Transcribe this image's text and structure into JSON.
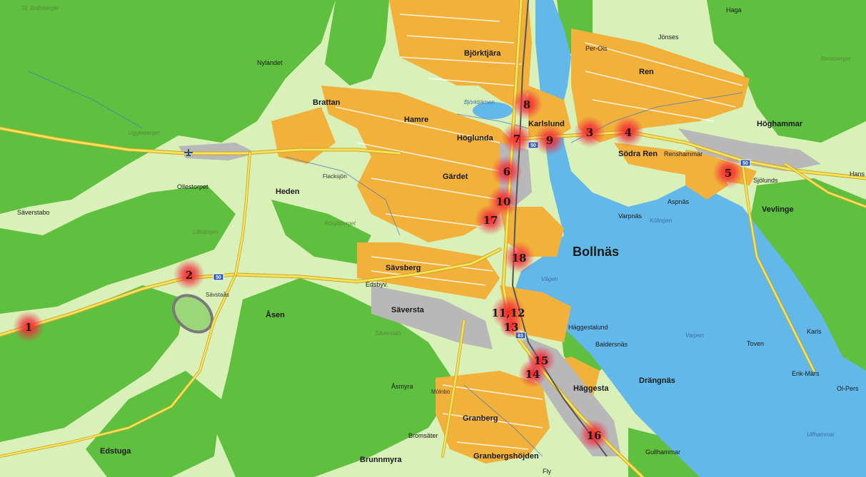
{
  "map": {
    "places_major": [
      {
        "name": "Bollnäs",
        "key": "bollnas"
      }
    ],
    "places_med": [
      {
        "name": "Heden",
        "key": "heden"
      },
      {
        "name": "Sävsberg",
        "key": "savsberg"
      },
      {
        "name": "Säversta",
        "key": "saversta"
      },
      {
        "name": "Åsen",
        "key": "asen"
      },
      {
        "name": "Hamre",
        "key": "hamre"
      },
      {
        "name": "Höglunda",
        "key": "hoglunda"
      },
      {
        "name": "Gärdet",
        "key": "gardet"
      },
      {
        "name": "Björktjära",
        "key": "bjorktjara"
      },
      {
        "name": "Karlslund",
        "key": "karlslund"
      },
      {
        "name": "Ren",
        "key": "ren"
      },
      {
        "name": "Höghammar",
        "key": "hoghammar"
      },
      {
        "name": "Södra Ren",
        "key": "sodra-ren"
      },
      {
        "name": "Vevlinge",
        "key": "vevlinge"
      },
      {
        "name": "Häggesta",
        "key": "haggesta"
      },
      {
        "name": "Granberg",
        "key": "granberg"
      },
      {
        "name": "Granbergshöjden",
        "key": "granbergshojden"
      },
      {
        "name": "Brunnmyra",
        "key": "brunnmyra"
      },
      {
        "name": "Edstuga",
        "key": "edstuga"
      },
      {
        "name": "Brattan",
        "key": "brattan"
      },
      {
        "name": "Drängnäs",
        "key": "drangnas"
      }
    ],
    "places_small": [
      {
        "name": "Säverstabo",
        "key": "saverstabo"
      },
      {
        "name": "Ollestorpet",
        "key": "ollestorpet"
      },
      {
        "name": "Nylandet",
        "key": "nylandet"
      },
      {
        "name": "Haga",
        "key": "haga"
      },
      {
        "name": "Jönses",
        "key": "jonses"
      },
      {
        "name": "Per-Ols",
        "key": "per-ols"
      },
      {
        "name": "Renshammar",
        "key": "renshammar"
      },
      {
        "name": "Sjölunds",
        "key": "sjolunds"
      },
      {
        "name": "Aspnäs",
        "key": "aspnas"
      },
      {
        "name": "Varpnäs",
        "key": "varpnas"
      },
      {
        "name": "Baldersnäs",
        "key": "baldersnas"
      },
      {
        "name": "Häggestalund",
        "key": "haggestalund"
      },
      {
        "name": "Toven",
        "key": "toven"
      },
      {
        "name": "Karls",
        "key": "karls"
      },
      {
        "name": "Erik-Märs",
        "key": "erik-mars"
      },
      {
        "name": "Ol-Pers",
        "key": "ol-pers"
      },
      {
        "name": "Gullhammar",
        "key": "gullhammar"
      },
      {
        "name": "Åsmyra",
        "key": "asmyra"
      },
      {
        "name": "Bromsäter",
        "key": "bromsater"
      },
      {
        "name": "Fly",
        "key": "fly"
      },
      {
        "name": "Hans",
        "key": "hans"
      },
      {
        "name": "Sävstaås",
        "key": "savstaas"
      },
      {
        "name": "Flacksjön",
        "key": "flacksjon"
      },
      {
        "name": "Edsbyv.",
        "key": "edsbyv"
      },
      {
        "name": "Mölnbo",
        "key": "molnbo"
      }
    ],
    "water_labels": [
      {
        "name": "Vägen",
        "key": "vagen"
      },
      {
        "name": "Varpen",
        "key": "varpen"
      },
      {
        "name": "Björktjärnen",
        "key": "bjorktjarnen"
      },
      {
        "name": "Kölingen",
        "key": "kolingen"
      },
      {
        "name": "Ulfhammar",
        "key": "ulfhammar"
      }
    ],
    "terrain_labels": [
      {
        "name": "St. Bollsberget",
        "key": "st-bollsberget"
      },
      {
        "name": "Uggleberget",
        "key": "uggleberget"
      },
      {
        "name": "Rensberget",
        "key": "rensberget"
      },
      {
        "name": "Rösjöberget",
        "key": "rosjoberget"
      },
      {
        "name": "Säverstab.",
        "key": "saverstab"
      },
      {
        "name": "Lillsängen",
        "key": "lillsangen"
      }
    ],
    "road_shields": [
      {
        "label": "50",
        "key": "road-50-west"
      },
      {
        "label": "50",
        "key": "road-50-center"
      },
      {
        "label": "50",
        "key": "road-50-east"
      },
      {
        "label": "83",
        "key": "road-83"
      }
    ],
    "markers": [
      "1",
      "2",
      "3",
      "4",
      "5",
      "6",
      "7",
      "8",
      "9",
      "10",
      "11,12",
      "13",
      "14",
      "15",
      "16",
      "17",
      "18"
    ],
    "colors": {
      "forest": "#5fbf3f",
      "open_land": "#d9f0b8",
      "water": "#62b8e8",
      "urban": "#f2b13a",
      "industrial": "#b8b8b8",
      "road_major": "#f7e35a",
      "marker": "#e8202a"
    }
  }
}
